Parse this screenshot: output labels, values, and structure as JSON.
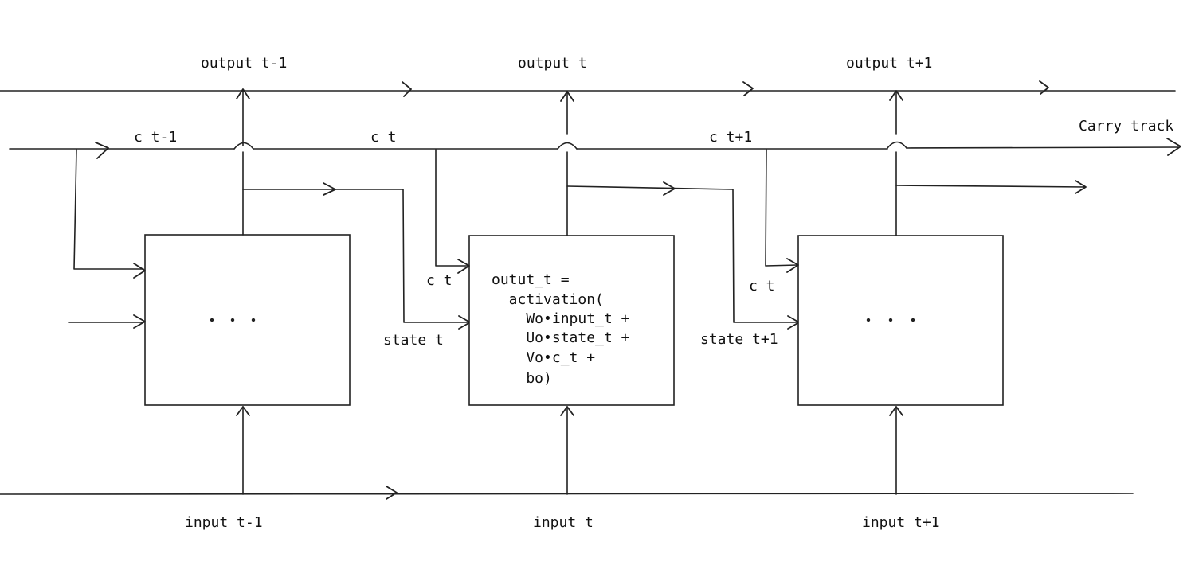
{
  "labels": {
    "output_prev": "output t-1",
    "output_cur": "output t",
    "output_next": "output t+1",
    "carry_prev": "c t-1",
    "carry_cur": "c t",
    "carry_next": "c t+1",
    "carry_track": "Carry track",
    "input_prev": "input t-1",
    "input_cur": "input t",
    "input_next": "input t+1",
    "box2_c": "c t",
    "box2_state": "state t",
    "box3_c": "c t",
    "box3_state": "state t+1"
  },
  "formula": [
    "outut_t =",
    "  activation(",
    "    Wo•input_t +",
    "    Uo•state_t +",
    "    Vo•c_t +",
    "    bo)"
  ],
  "ellipsis": "..."
}
